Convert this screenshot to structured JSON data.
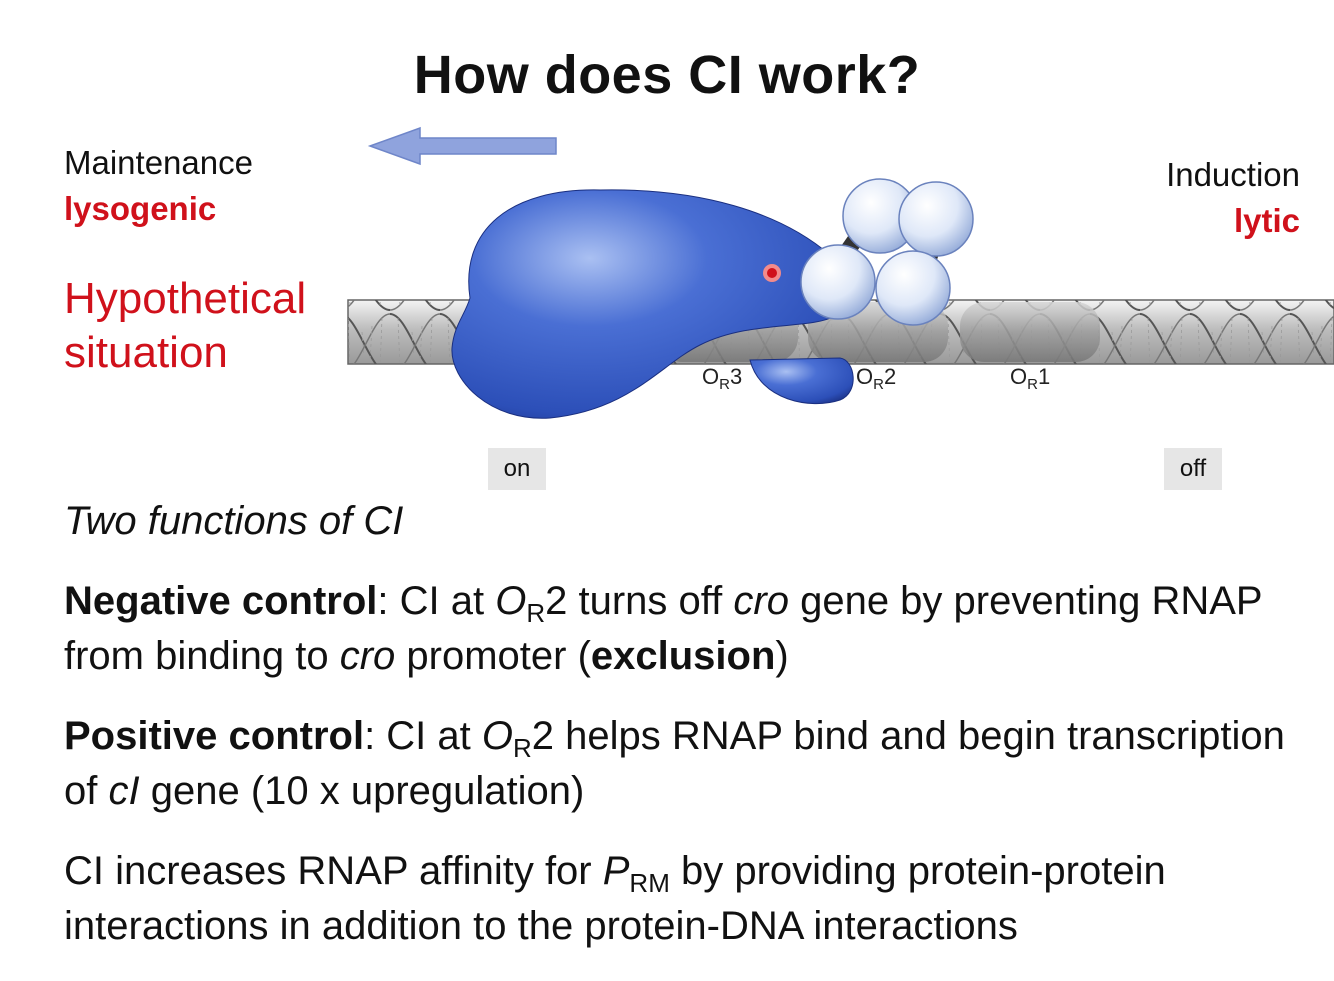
{
  "title": "How does CI work?",
  "left": {
    "mode": "Maintenance",
    "state": "lysogenic",
    "note_line1": "Hypothetical",
    "note_line2": "situation"
  },
  "right": {
    "mode": "Induction",
    "state": "lytic"
  },
  "diagram": {
    "operators": [
      {
        "name": "O",
        "sub": "R",
        "num": "3"
      },
      {
        "name": "O",
        "sub": "R",
        "num": "2"
      },
      {
        "name": "O",
        "sub": "R",
        "num": "1"
      }
    ],
    "on_label": "on",
    "off_label": "off"
  },
  "subtitle": "Two functions of CI",
  "negative": {
    "heading": "Negative control",
    "t1": ": CI at ",
    "op": "O",
    "op_sub": "R",
    "op_num": "2",
    "t2": " turns off ",
    "gene": "cro",
    "t3": " gene by preventing RNAP from binding to ",
    "gene2": "cro",
    "t4": " promoter (",
    "emph": "exclusion",
    "t5": ")"
  },
  "positive": {
    "heading": "Positive control",
    "t1": ": CI at ",
    "op": "O",
    "op_sub": "R",
    "op_num": "2",
    "t2": " helps RNAP bind and begin transcription of ",
    "gene": "cI",
    "t3": " gene (10 x upregulation)"
  },
  "affinity": {
    "t1": "CI increases RNAP affinity for ",
    "prom": "P",
    "prom_sub": "RM",
    "t2": " by providing protein-protein interactions in addition to the protein-DNA interactions"
  },
  "colors": {
    "accent_red": "#d0111b",
    "rnap_blue": "#2c4fb8",
    "arrow_blue": "#8fa3dd",
    "ci_sphere": "#c9d9f3"
  }
}
